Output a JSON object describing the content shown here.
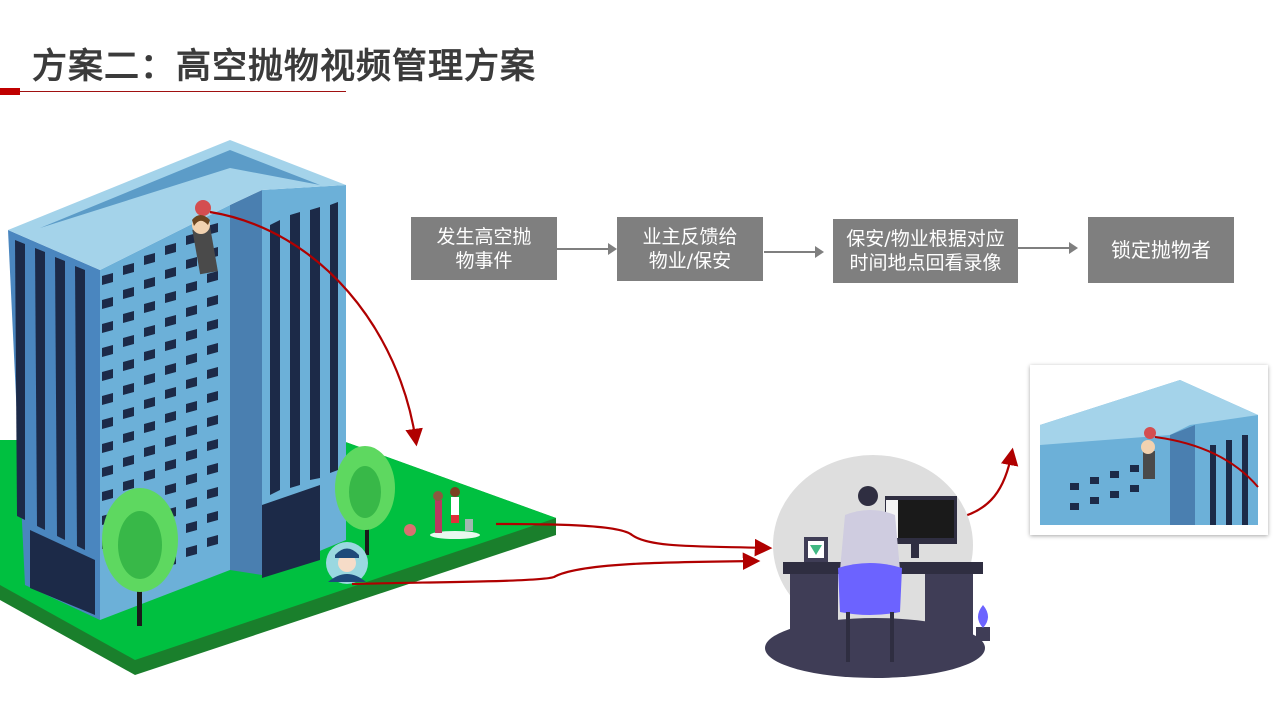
{
  "header": {
    "title": "方案二：高空抛物视频管理方案",
    "accent_color": "#c00000"
  },
  "flow": {
    "box_color": "#7f7f7f",
    "steps": [
      {
        "line1": "发生高空抛",
        "line2": "物事件"
      },
      {
        "line1": "业主反馈给",
        "line2": "物业/保安"
      },
      {
        "line1": "保安/物业根据对应",
        "line2": "时间地点回看录像"
      },
      {
        "line1": "锁定抛物者",
        "line2": ""
      }
    ]
  },
  "illustration": {
    "building": "office-building-illustration",
    "thrower": "person-throwing-object",
    "witnesses": "residents-illustration",
    "guard": "security-guard-avatar",
    "monitor_operator": "person-at-surveillance-monitor",
    "playback_thumbnail": "video-playback-frame",
    "path_color": "#b00000"
  }
}
